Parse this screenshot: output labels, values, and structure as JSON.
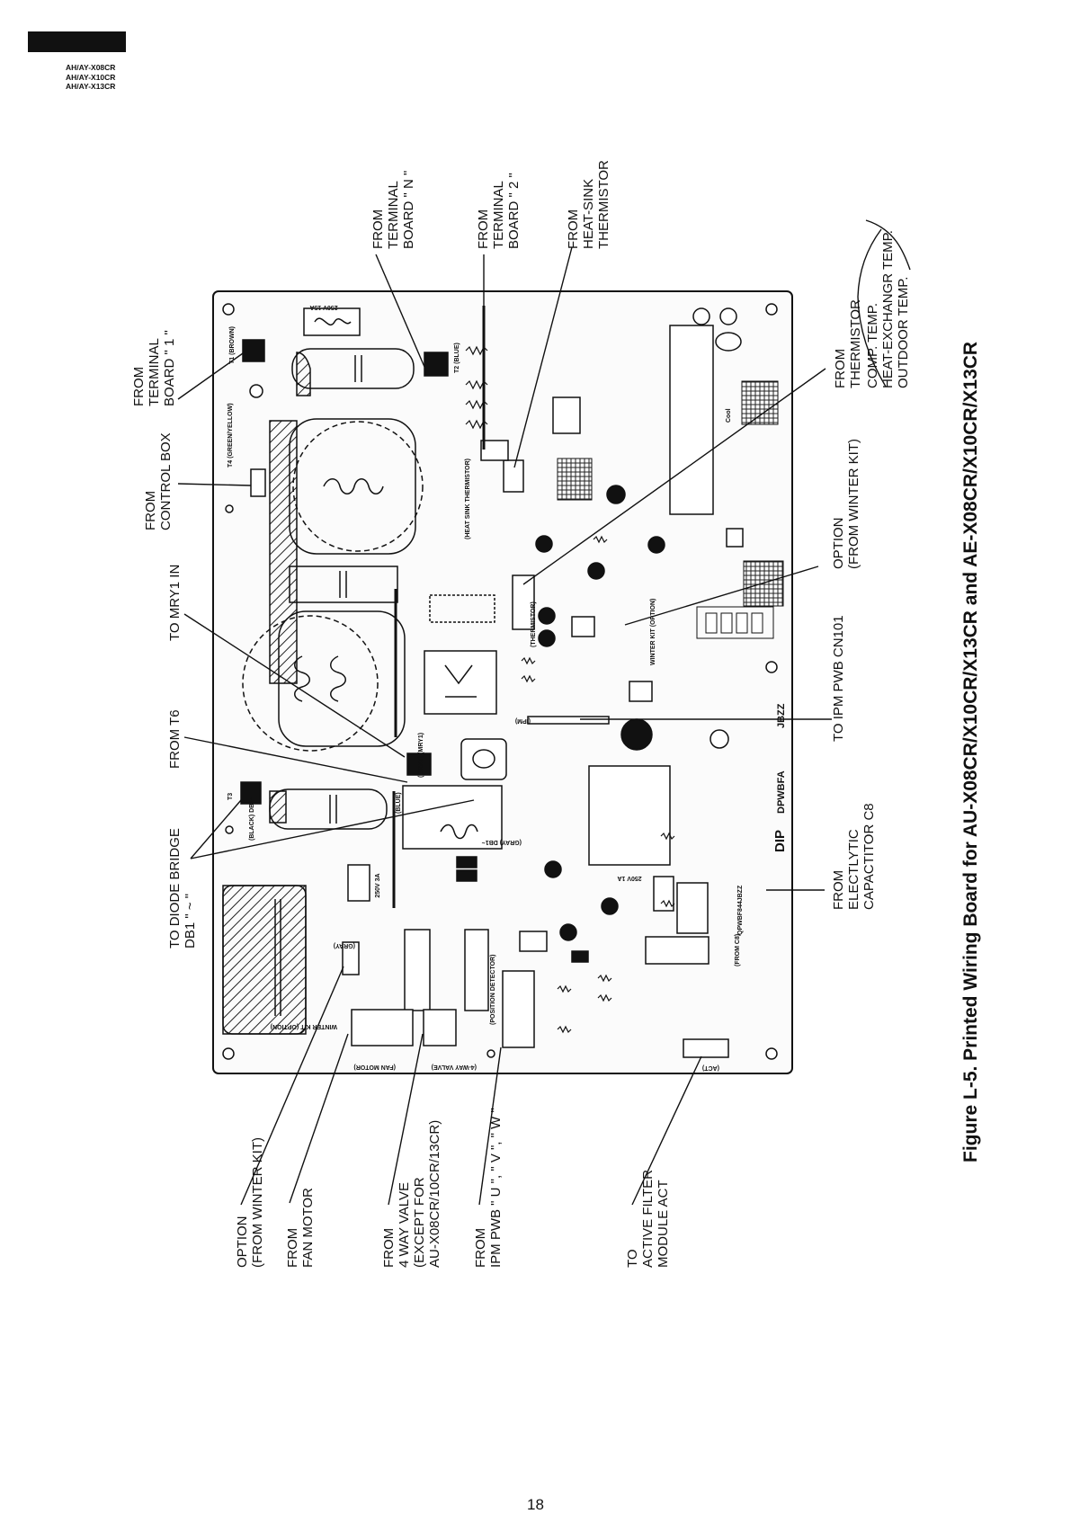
{
  "header": {
    "models": [
      "AH/AY-X08CR",
      "AH/AY-X10CR",
      "AH/AY-X13CR"
    ]
  },
  "page_number": "18",
  "caption": "Figure L-5. Printed Wiring Board for AU-X08CR/X10CR/X13CR and AE-X08CR/X10CR/X13CR",
  "labels": {
    "terminal_1": [
      "FROM",
      "TERMINAL",
      "BOARD \" 1 \""
    ],
    "control_box": [
      "FROM",
      "CONTROL BOX"
    ],
    "mry1": [
      "TO MRY1 IN"
    ],
    "t6": [
      "FROM T6"
    ],
    "diode_bridge": [
      "TO DIODE BRIDGE",
      "DB1 \" ~ \""
    ],
    "terminal_n": [
      "FROM",
      "TERMINAL",
      "BOARD \" N \""
    ],
    "terminal_2": [
      "FROM",
      "TERMINAL",
      "BOARD \" 2 \""
    ],
    "heatsink": [
      "FROM",
      "HEAT-SINK",
      "THERMISTOR"
    ],
    "thermistor": [
      "FROM",
      "THERMISTOR"
    ],
    "thermistor_items": [
      "COMP. TEMP.",
      "HEAT-EXCHANGR TEMP.",
      "OUTDOOR TEMP."
    ],
    "option_top": [
      "OPTION",
      "(FROM WINTER KIT)"
    ],
    "ipm_cn101": [
      "TO IPM PWB CN101"
    ],
    "electrolytic": [
      "FROM",
      "ELECTLYTIC",
      "CAPACTITOR C8"
    ],
    "option_bottom": [
      "OPTION",
      "(FROM WINTER KIT)"
    ],
    "fan_motor": [
      "FROM",
      "FAN MOTOR"
    ],
    "four_way": [
      "FROM",
      "4 WAY VALVE",
      "(EXCEPT FOR",
      "AU-X08CR/10CR/13CR)"
    ],
    "ipm_uvw": [
      "FROM",
      "IPM PWB \" U \", \" V \", \" W \""
    ],
    "active_filter": [
      "TO",
      "ACTIVE FILTER",
      "MODULE ACT"
    ]
  },
  "board_marks": {
    "fuse_top": "250V 15A",
    "fuse_mid": "250V 3A",
    "fuse_bot": "250V 1A",
    "dip": "DIP",
    "pwb_code": "DPWBFA",
    "jbzz": "JBZZ",
    "pn": "QPWBF844JBZZ",
    "t1": "T1 (BROWN)",
    "t2": "T2 (BLUE)",
    "t3": "T3",
    "t4": "T4 (GREEN/YELLOW)",
    "black": "(BLACK) DB1~",
    "gray_mry": "(GRAY) (MRY1)",
    "blue": "(BLUE)",
    "gray_db": "(GRAY) DB1~",
    "hs_thermistor": "(HEAT SINK THERMISTOR)",
    "thermistor": "(THERMISTOR)",
    "winter_kit": "WINTER KIT (OPTION)",
    "winter_kit2": "WINTER KIT (OPTION)",
    "gray": "(GRAY)",
    "position": "(POSITION DETECTOR)",
    "fan_motor": "(FAN MOTOR)",
    "fourway": "(4-WAY VALVE)",
    "act": "(ACT)",
    "ipm": "(IPM)",
    "cool_heat": "Cool",
    "from_c8": "(FROM C8)"
  }
}
